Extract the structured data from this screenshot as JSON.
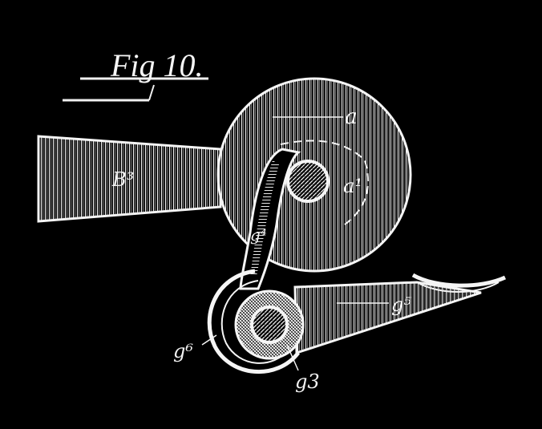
{
  "figure": {
    "title": "Fig 10.",
    "labels": {
      "a": "a",
      "a1": "a¹",
      "b3": "B³",
      "g4": "g⁴",
      "g5": "g⁵",
      "g6": "g⁶",
      "g3": "g3"
    }
  }
}
